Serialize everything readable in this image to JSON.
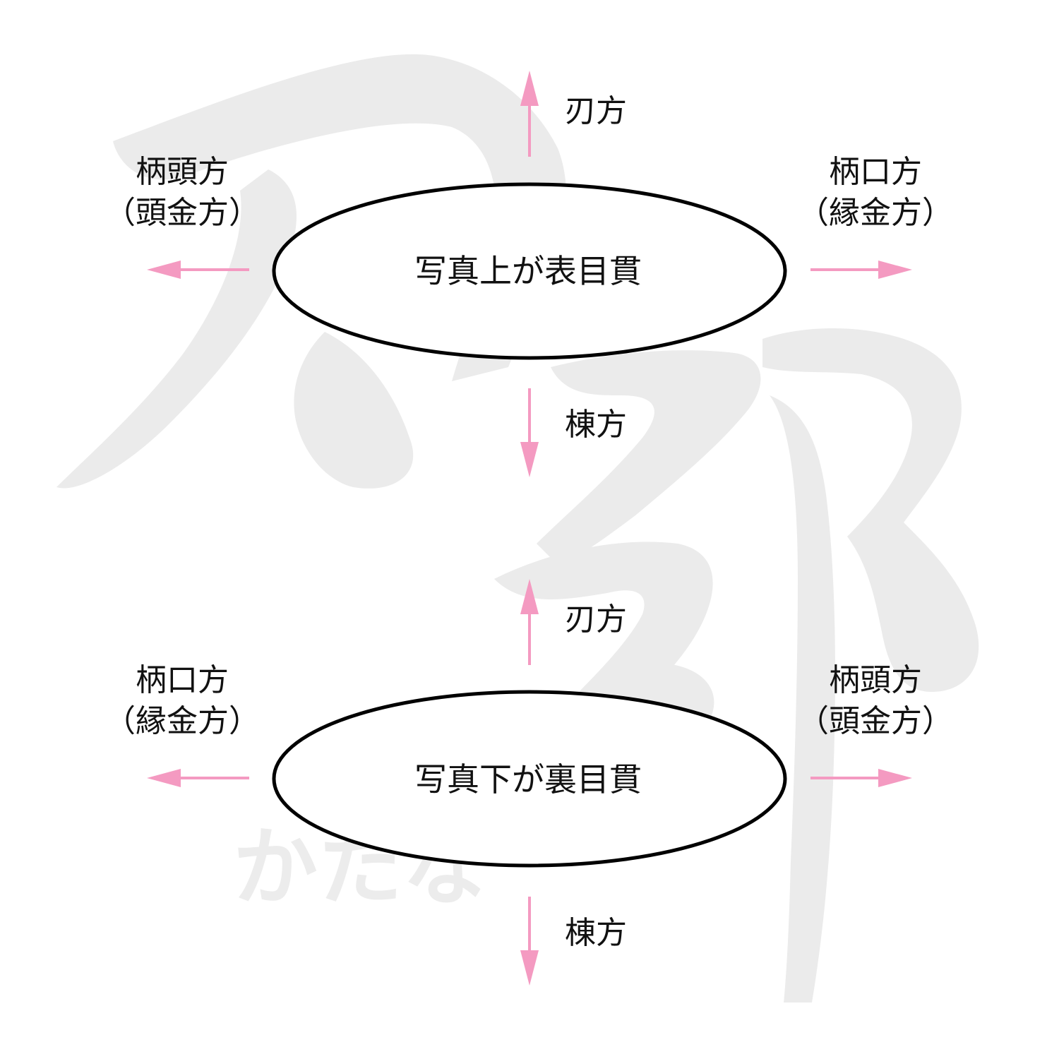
{
  "colors": {
    "arrow": "#f49ac1",
    "outline": "#000000",
    "watermark": "#ebebeb"
  },
  "watermark": {
    "logo_kanji": "刀郎",
    "logo_kana": "かたな"
  },
  "top": {
    "ellipse_label": "写真上が表目貫",
    "up_label": "刃方",
    "down_label": "棟方",
    "left_label_line1": "柄頭方",
    "left_label_line2": "（頭金方）",
    "right_label_line1": "柄口方",
    "right_label_line2": "（縁金方）"
  },
  "bottom": {
    "ellipse_label": "写真下が裏目貫",
    "up_label": "刃方",
    "down_label": "棟方",
    "left_label_line1": "柄口方",
    "left_label_line2": "（縁金方）",
    "right_label_line1": "柄頭方",
    "right_label_line2": "（頭金方）"
  }
}
